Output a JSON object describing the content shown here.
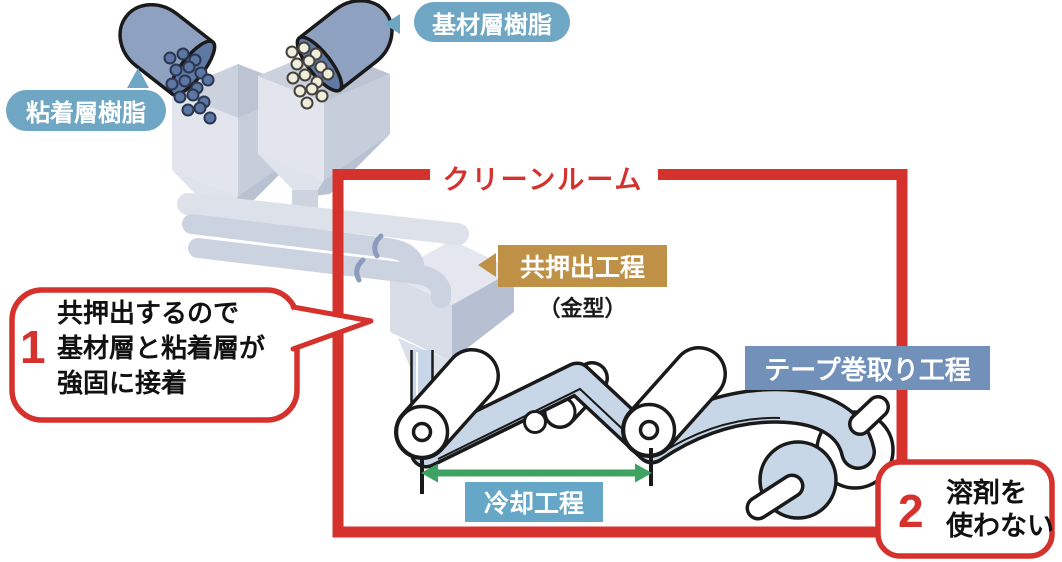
{
  "labels": {
    "base_resin": "基材層樹脂",
    "adhesive_resin": "粘着層樹脂",
    "clean_room": "クリーンルーム",
    "coextrusion": "共押出工程",
    "die_caption": "（金型）",
    "winding": "テープ巻取り工程",
    "cooling": "冷却工程"
  },
  "callouts": [
    {
      "number": "1",
      "lines": [
        "共押出するので",
        "基材層と粘着層が",
        "強固に接着"
      ]
    },
    {
      "number": "2",
      "lines": [
        "溶剤を",
        "使わない"
      ]
    }
  ],
  "colors": {
    "red": "#d5312d",
    "label_blue": "#6fa6c3",
    "label_tan": "#be9146",
    "label_steel_blue": "#7191bb",
    "label_cooling_blue": "#66a7c7",
    "arrow_green": "#3ea262",
    "film_blue": "#c7d7e7",
    "machine_light_gray": "#e2e5ee",
    "machine_mid_gray": "#cbd2e0",
    "machine_dark_gray": "#b7c0d2",
    "bucket_blue": "#8fa1c0",
    "pellet_dark_blue": "#5c77a4",
    "pellet_cream": "#efeedd"
  }
}
